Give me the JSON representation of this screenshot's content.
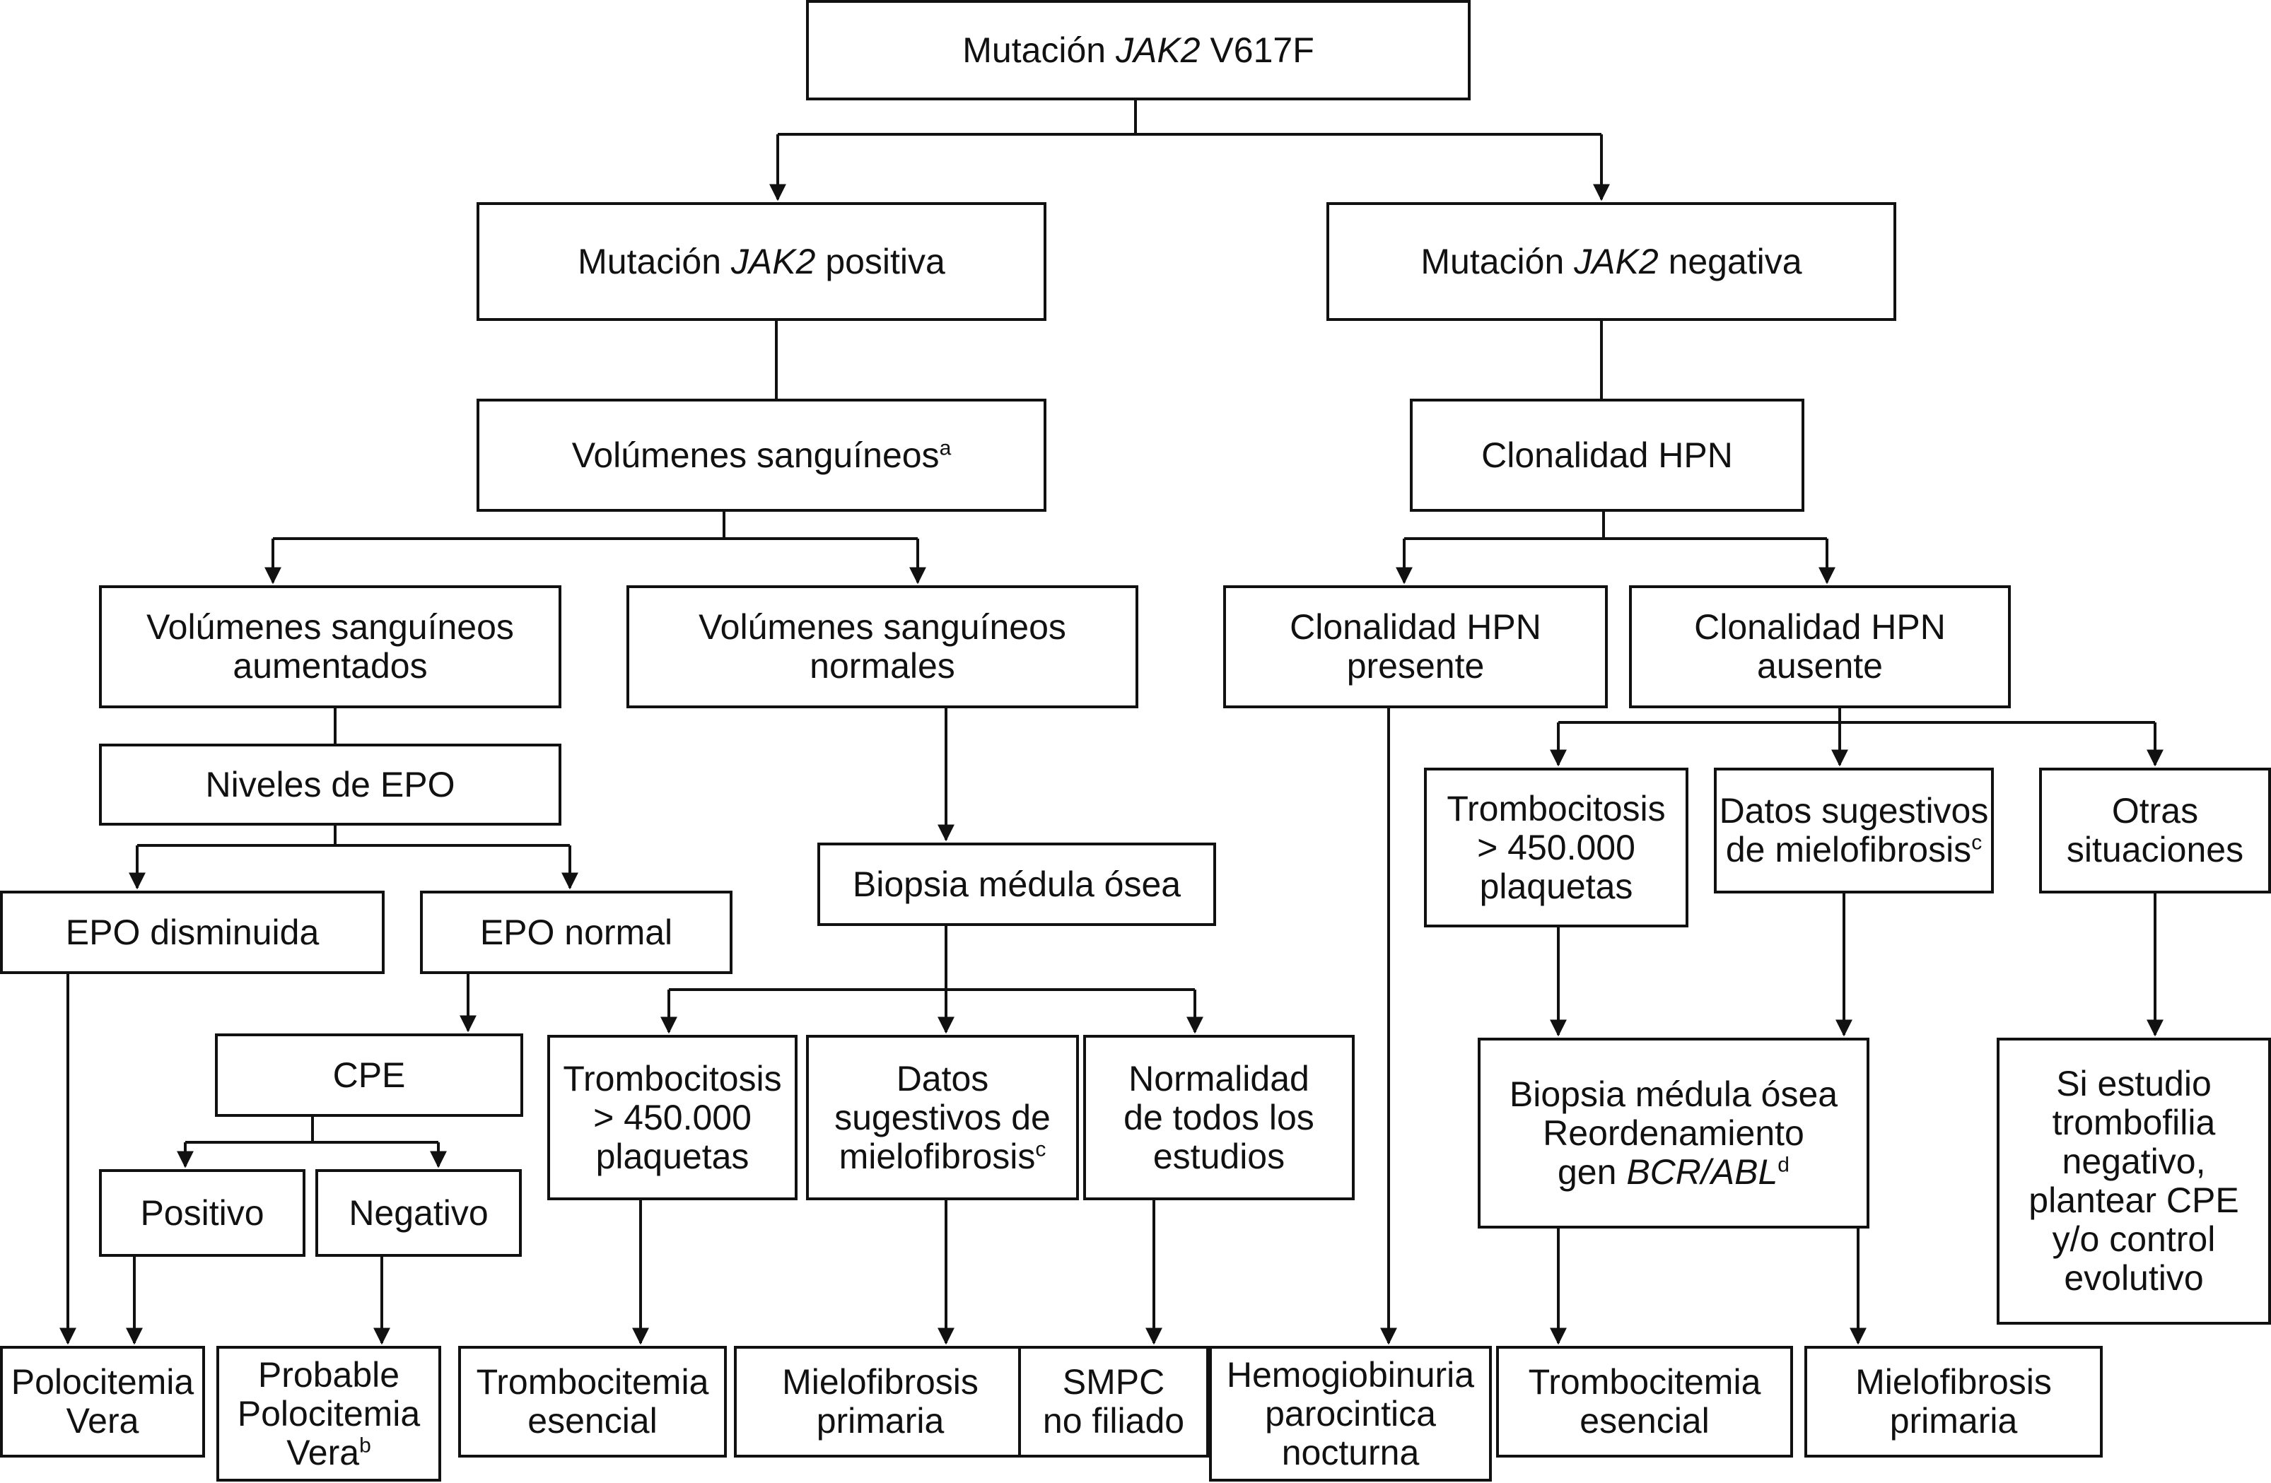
{
  "nodes": {
    "root": [
      [
        {
          "t": "Mutación "
        },
        {
          "t": "JAK2",
          "i": true
        },
        {
          "t": " V617F"
        }
      ]
    ],
    "jak2_pos": [
      [
        {
          "t": "Mutación "
        },
        {
          "t": "JAK2",
          "i": true
        },
        {
          "t": " positiva"
        }
      ]
    ],
    "jak2_neg": [
      [
        {
          "t": "Mutación "
        },
        {
          "t": "JAK2",
          "i": true
        },
        {
          "t": " negativa"
        }
      ]
    ],
    "vol_sang": [
      [
        {
          "t": "Volúmenes sanguíneos"
        },
        {
          "t": "a",
          "sup": true
        }
      ]
    ],
    "clon_hpn": [
      [
        {
          "t": "Clonalidad HPN"
        }
      ]
    ],
    "vol_aum": [
      [
        {
          "t": "Volúmenes sanguíneos"
        }
      ],
      [
        {
          "t": "aumentados"
        }
      ]
    ],
    "vol_norm": [
      [
        {
          "t": "Volúmenes sanguíneos"
        }
      ],
      [
        {
          "t": "normales"
        }
      ]
    ],
    "clon_pres": [
      [
        {
          "t": "Clonalidad HPN"
        }
      ],
      [
        {
          "t": "presente"
        }
      ]
    ],
    "clon_aus": [
      [
        {
          "t": "Clonalidad HPN"
        }
      ],
      [
        {
          "t": "ausente"
        }
      ]
    ],
    "niveles_epo": [
      [
        {
          "t": "Niveles de EPO"
        }
      ]
    ],
    "epo_dism": [
      [
        {
          "t": "EPO disminuida"
        }
      ]
    ],
    "epo_norm": [
      [
        {
          "t": "EPO  normal"
        }
      ]
    ],
    "cpe": [
      [
        {
          "t": "CPE"
        }
      ]
    ],
    "positivo": [
      [
        {
          "t": "Positivo"
        }
      ]
    ],
    "negativo": [
      [
        {
          "t": "Negativo"
        }
      ]
    ],
    "biopsia_1": [
      [
        {
          "t": "Biopsia médula ósea"
        }
      ]
    ],
    "tromb_1": [
      [
        {
          "t": "Trombocitosis"
        }
      ],
      [
        {
          "t": "> 450.000"
        }
      ],
      [
        {
          "t": "plaquetas"
        }
      ]
    ],
    "datos_1": [
      [
        {
          "t": "Datos"
        }
      ],
      [
        {
          "t": "sugestivos de"
        }
      ],
      [
        {
          "t": "mielofibrosis"
        },
        {
          "t": "c",
          "sup": true
        }
      ]
    ],
    "normalidad": [
      [
        {
          "t": "Normalidad"
        }
      ],
      [
        {
          "t": "de todos los"
        }
      ],
      [
        {
          "t": "estudios"
        }
      ]
    ],
    "tromb_2": [
      [
        {
          "t": "Trombocitosis"
        }
      ],
      [
        {
          "t": "> 450.000"
        }
      ],
      [
        {
          "t": "plaquetas"
        }
      ]
    ],
    "datos_2": [
      [
        {
          "t": "Datos sugestivos"
        }
      ],
      [
        {
          "t": "de mielofibrosis"
        },
        {
          "t": "c",
          "sup": true
        }
      ]
    ],
    "otras": [
      [
        {
          "t": "Otras"
        }
      ],
      [
        {
          "t": "situaciones"
        }
      ]
    ],
    "biopsia_2": [
      [
        {
          "t": "Biopsia médula ósea"
        }
      ],
      [
        {
          "t": "Reordenamiento"
        }
      ],
      [
        {
          "t": "gen "
        },
        {
          "t": "BCR/ABL",
          "i": true
        },
        {
          "t": "d",
          "sup": true
        }
      ]
    ],
    "si_estudio": [
      [
        {
          "t": "Si estudio"
        }
      ],
      [
        {
          "t": "trombofilia"
        }
      ],
      [
        {
          "t": "negativo,"
        }
      ],
      [
        {
          "t": "plantear CPE"
        }
      ],
      [
        {
          "t": "y/o control"
        }
      ],
      [
        {
          "t": "evolutivo"
        }
      ]
    ],
    "pv": [
      [
        {
          "t": "Polocitemia"
        }
      ],
      [
        {
          "t": "Vera"
        }
      ]
    ],
    "ppv": [
      [
        {
          "t": "Probable"
        }
      ],
      [
        {
          "t": "Polocitemia"
        }
      ],
      [
        {
          "t": "Vera"
        },
        {
          "t": "b",
          "sup": true
        }
      ]
    ],
    "te_1": [
      [
        {
          "t": "Trombocitemia"
        }
      ],
      [
        {
          "t": "esencial"
        }
      ]
    ],
    "mp_1": [
      [
        {
          "t": "Mielofibrosis"
        }
      ],
      [
        {
          "t": "primaria"
        }
      ]
    ],
    "smpc": [
      [
        {
          "t": "SMPC"
        }
      ],
      [
        {
          "t": "no filiado"
        }
      ]
    ],
    "hpn": [
      [
        {
          "t": "Hemogiobinuria"
        }
      ],
      [
        {
          "t": "parocintica"
        }
      ],
      [
        {
          "t": "nocturna"
        }
      ]
    ],
    "te_2": [
      [
        {
          "t": "Trombocitemia"
        }
      ],
      [
        {
          "t": "esencial"
        }
      ]
    ],
    "mp_2": [
      [
        {
          "t": "Mielofibrosis"
        }
      ],
      [
        {
          "t": "primaria"
        }
      ]
    ]
  }
}
